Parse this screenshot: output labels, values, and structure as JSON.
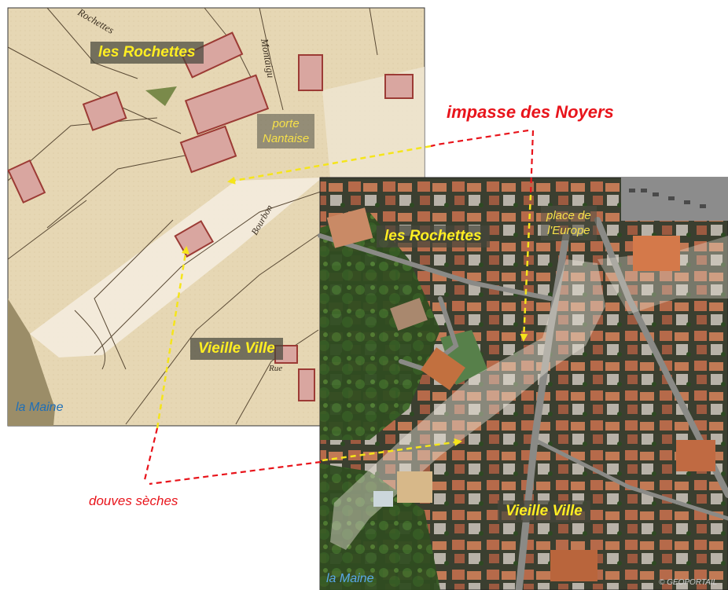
{
  "maps": {
    "cadastre": {
      "label_north": "les Rochettes",
      "label_south": "Vieille Ville",
      "label_gate": [
        "porte",
        "Nantaise"
      ],
      "label_river": "la Maine",
      "street_names": [
        "Rochettes",
        "Montaigu",
        "Bourbon",
        "Rue"
      ]
    },
    "aerial": {
      "label_north": "les Rochettes",
      "label_square": [
        "place de",
        "l'Europe"
      ],
      "label_south": "Vieille Ville",
      "label_river": "la Maine",
      "copyright": "© GEOPORTAIL"
    }
  },
  "annotations": {
    "impasse": "impasse des Noyers",
    "douves": "douves sèches"
  },
  "colors": {
    "arrow_yellow": "#f5e51b",
    "line_red": "#e8141b",
    "label_yellow": "#ffee22",
    "water_blue": "#1e6fb8"
  }
}
